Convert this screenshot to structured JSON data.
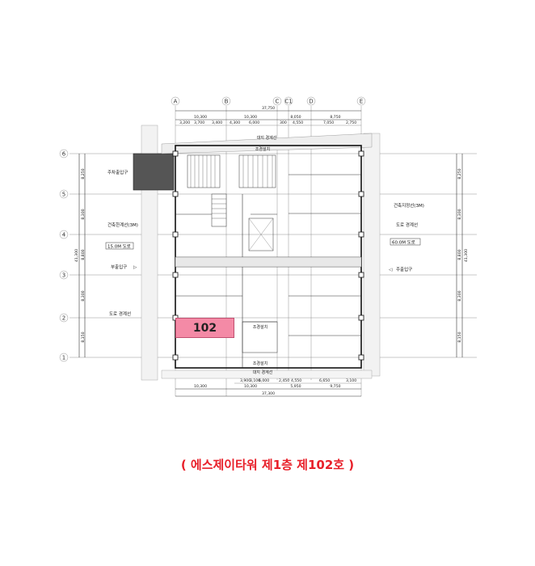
{
  "plan": {
    "axes_columns": [
      "A",
      "B",
      "C",
      "C1",
      "D",
      "E"
    ],
    "axes_rows": [
      "6",
      "5",
      "4",
      "3",
      "2",
      "1"
    ],
    "top_total": "37,750",
    "top_spans": [
      "10,300",
      "10,300",
      "8,050",
      "8,750"
    ],
    "top_sub": [
      "3,200",
      "3,700",
      "3,400",
      "4,300",
      "6,000",
      "300",
      "4,550",
      "7,050",
      "2,750"
    ],
    "bottom_total": "37,300",
    "bottom_spans": [
      "10,300",
      "10,300",
      "5,950",
      "9,750"
    ],
    "bottom_sub": [
      "3,900",
      "3,100",
      "6,000",
      "2,450",
      "4,550",
      "6,650",
      "3,100"
    ],
    "left_total": "41,300",
    "left_spans": [
      "8,250",
      "8,300",
      "8,800",
      "8,300",
      "8,150"
    ],
    "right_total": "41,300",
    "right_spans": [
      "8,250",
      "8,300",
      "8,800",
      "8,300",
      "8,150"
    ],
    "left_labels": {
      "parking_entrance": "주차출입구",
      "building_limit": "건축한계선(3M)",
      "road_15": "15.0M 도로",
      "sub_entrance": "부출입구",
      "road_boundary": "도로 경계선"
    },
    "right_labels": {
      "building_line": "건축지정선(3M)",
      "road_boundary": "도로 경계선",
      "road_60": "60.0M 도로",
      "main_entrance": "주출입구"
    },
    "inner_labels": {
      "site_line_top": "대지 경계선",
      "landscape_top": "조경설치",
      "landscape_mid": "조경설치",
      "landscape_bottom": "조경설치",
      "site_line_bottom": "대지 경계선"
    },
    "highlight_unit": "102",
    "highlight_color": "#f48aa6"
  },
  "caption": "( 에스제이타워 제1층 제102호 )",
  "caption_color": "#e8202a"
}
